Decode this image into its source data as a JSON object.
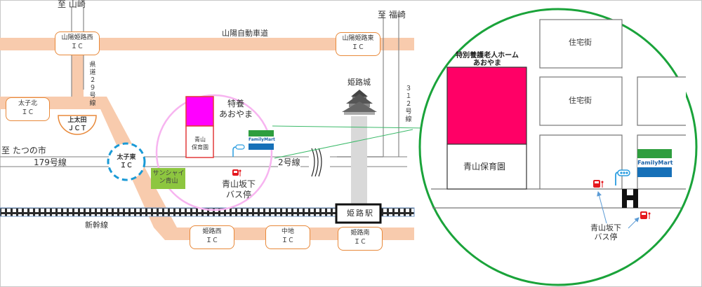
{
  "directions": {
    "yamasaki": "至 山崎",
    "fukusaki": "至 福崎",
    "tatsuno": "至 たつの市"
  },
  "roads": {
    "sanyo_expressway": "山陽自動車道",
    "route_179": "179号線",
    "route_2": "2号線",
    "prefectural_29": [
      "県",
      "道",
      "２",
      "９",
      "号",
      "線"
    ],
    "route_312": [
      "３",
      "１",
      "２",
      "号",
      "線"
    ],
    "shinkansen": "新幹線"
  },
  "interchanges": {
    "sanyo_himeji_west": {
      "name": "山陽姫路西",
      "type": "ＩＣ"
    },
    "sanyo_himeji_east": {
      "name": "山陽姫路東",
      "type": "ＩＣ"
    },
    "taishi_north": {
      "name": "太子北",
      "type": "ＩＣ"
    },
    "kamiota_jct": {
      "name": "上太田",
      "type": "ＪＣＴ"
    },
    "taishi_east": {
      "name": "太子東",
      "type": "ＩＣ"
    },
    "himeji_west": {
      "name": "姫路西",
      "type": "ＩＣ"
    },
    "nakachi": {
      "name": "中地",
      "type": "ＩＣ"
    },
    "himeji_south": {
      "name": "姫路南",
      "type": "ＩＣ"
    }
  },
  "landmarks": {
    "himeji_castle": "姫路城",
    "himeji_station": "姫路駅",
    "sunshine_aoyama": "サンシャイン青山",
    "aoyama_nursery_short": [
      "青山",
      "保育園"
    ],
    "nursing_home_short": [
      "特養",
      "あおやま"
    ],
    "bus_stop": [
      "青山坂下",
      "バス停"
    ],
    "familymart": "FamilyMart"
  },
  "detail": {
    "nursing_home": [
      "特別養護老人ホーム",
      "あおやま"
    ],
    "nursery": "青山保育園",
    "residential": "住宅街",
    "bus_stop": [
      "青山坂下",
      "バス停"
    ],
    "familymart": "FamilyMart"
  },
  "colors": {
    "expressway": "#f8cbad",
    "ic_border": "#e8893a",
    "nursing_home_overview": "#ff00ff",
    "nursing_home_detail": "#ff0066",
    "sunshine": "#8dc63f",
    "detail_circle": "#1aa33a",
    "overview_circle": "#f7b4f0",
    "taishi_east_ring": "#1a9ad6",
    "bus_icon": "#e5181e",
    "signal": "#2a9de0"
  }
}
